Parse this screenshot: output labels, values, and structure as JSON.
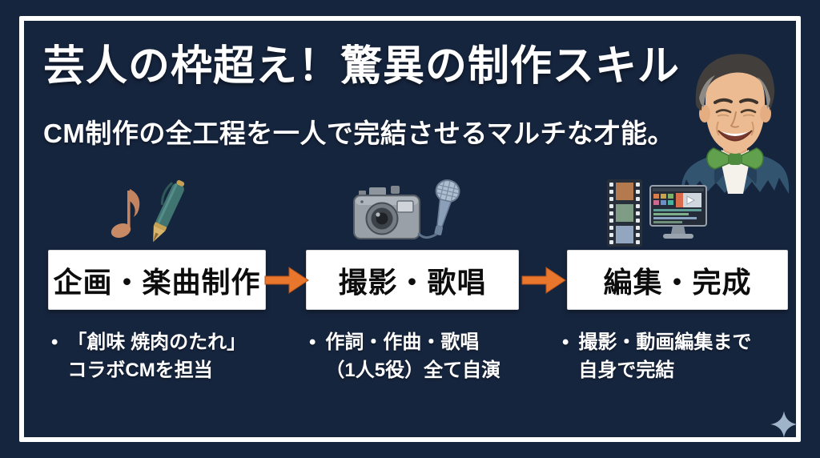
{
  "slide": {
    "title": "芸人の枠超え！驚異の制作スキル",
    "subtitle": "CM制作の全工程を一人で完結させるマルチな才能。"
  },
  "bullet_char": "•",
  "steps": [
    {
      "label": "企画・楽曲制作",
      "icon": "music-note-and-pen-icon",
      "bullet_lines": [
        "「創味 焼肉のたれ」",
        "コラボCMを担当"
      ]
    },
    {
      "label": "撮影・歌唱",
      "icon": "camera-and-microphone-icon",
      "bullet_lines": [
        "作詞・作曲・歌唱",
        "（1人5役）全て自演"
      ]
    },
    {
      "label": "編集・完成",
      "icon": "film-strip-and-monitor-icon",
      "bullet_lines": [
        "撮影・動画編集まで",
        "自身で完結"
      ]
    }
  ],
  "portrait": {
    "alt": "watercolor portrait of smiling man in navy suit with green bow tie"
  },
  "colors": {
    "background": "#16253E",
    "frame": "#FFFFFF",
    "arrow": "#E8762C",
    "box_background": "#FFFFFF",
    "box_text": "#0D0D0D",
    "body_text": "#FFFFFF",
    "sparkle": "#9FB3C9"
  }
}
